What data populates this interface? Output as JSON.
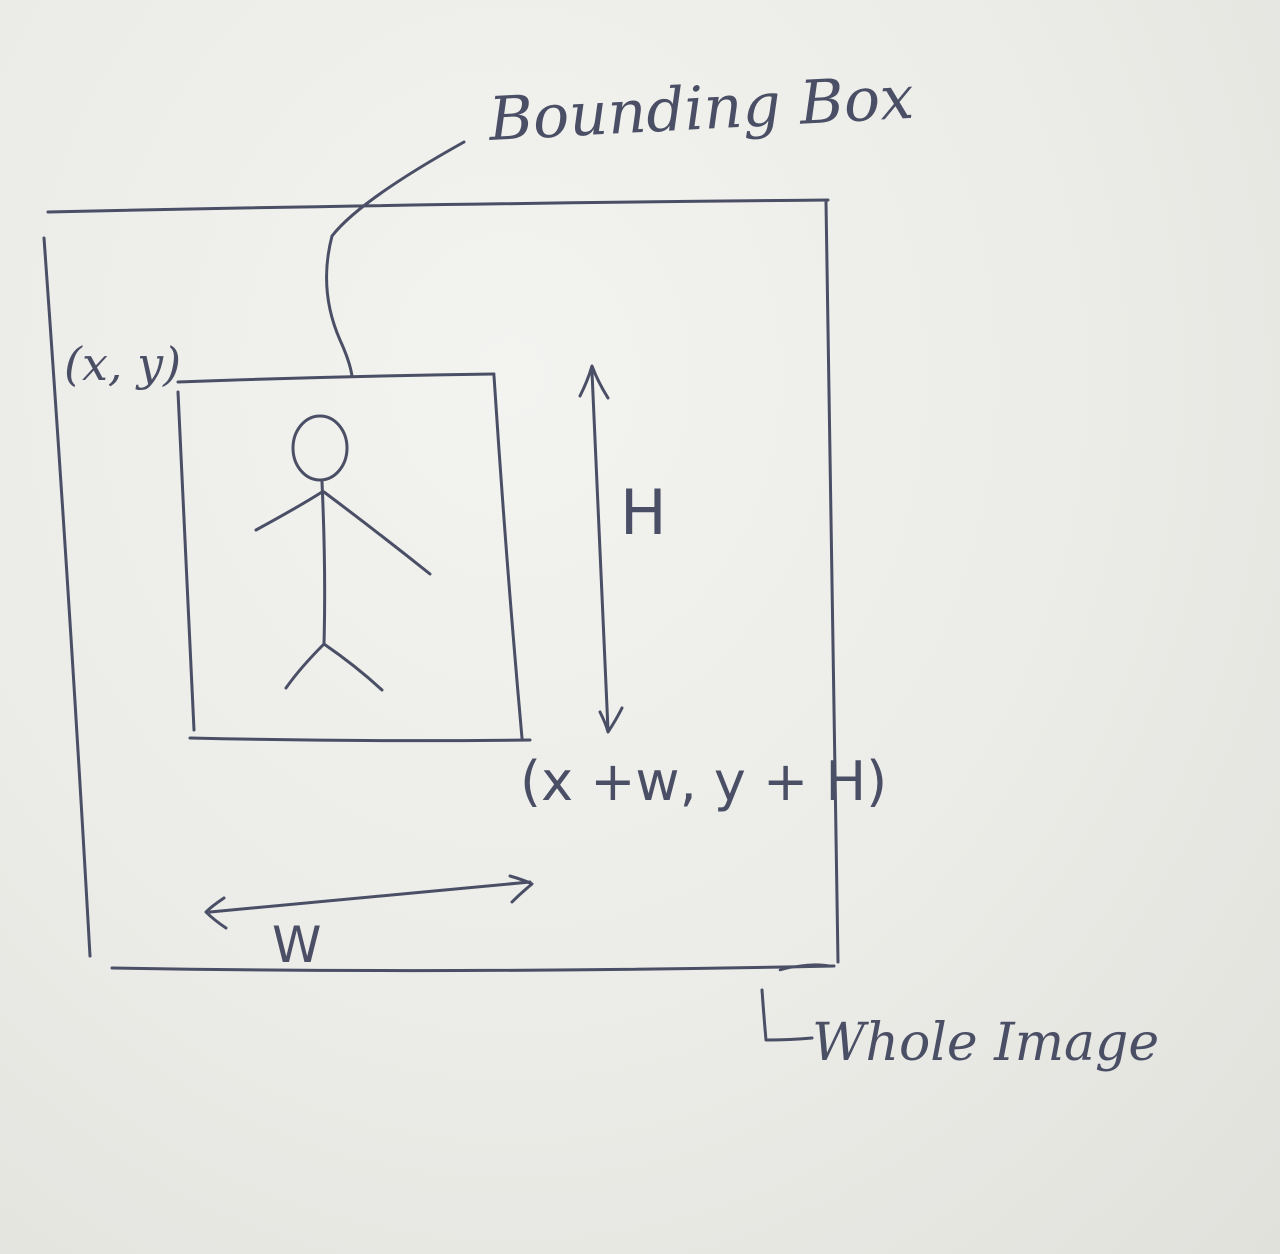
{
  "diagram": {
    "ink_color": "#4a4f66",
    "paper_color": "#ededea",
    "labels": {
      "bounding_box": "Bounding Box",
      "top_left": "(x, y)",
      "bottom_right": "(x +w, y + H)",
      "height": "H",
      "width": "W",
      "whole_image": "Whole Image"
    }
  }
}
